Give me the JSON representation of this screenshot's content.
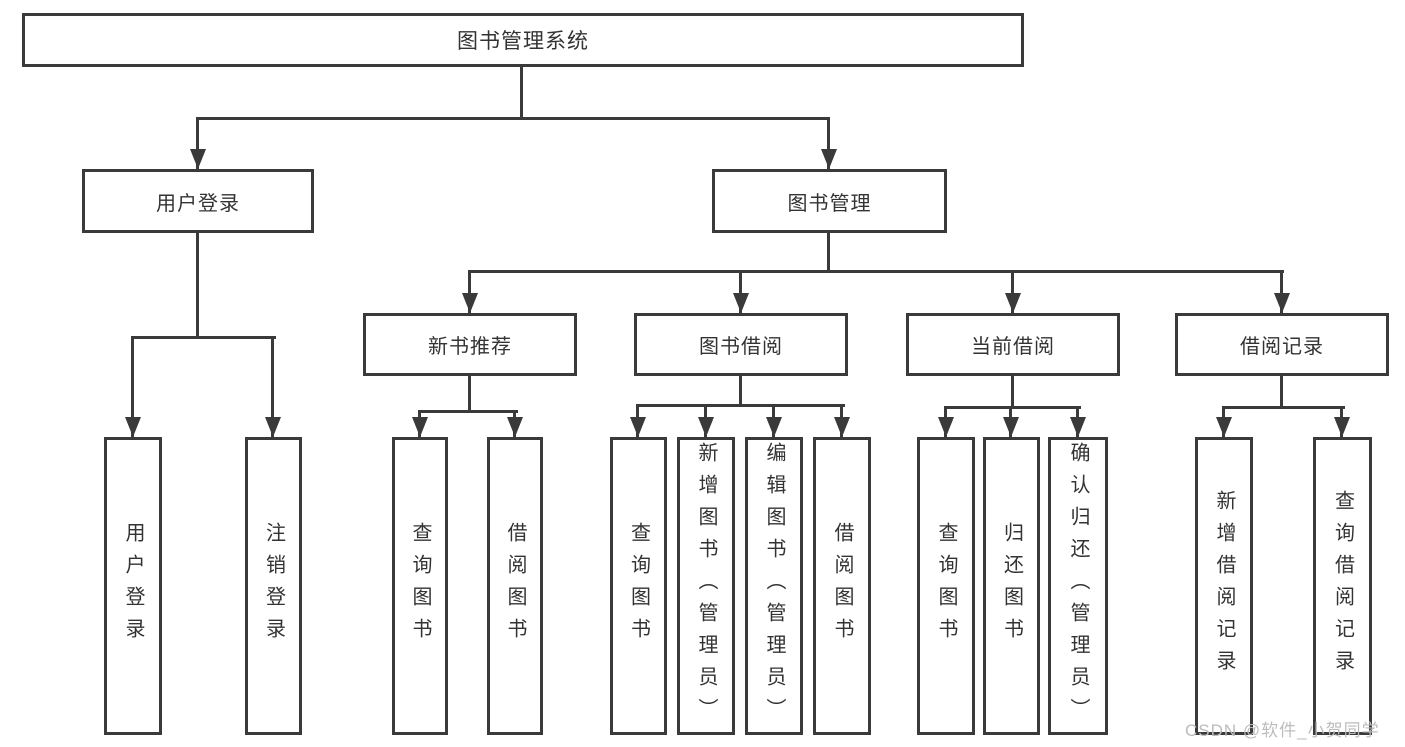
{
  "diagram": {
    "root": "图书管理系统",
    "level2": [
      "用户登录",
      "图书管理"
    ],
    "level3": [
      "新书推荐",
      "图书借阅",
      "当前借阅",
      "借阅记录"
    ],
    "level4": {
      "login": [
        "用户登录",
        "注销登录"
      ],
      "recommend": [
        "查询图书",
        "借阅图书"
      ],
      "borrow": [
        "查询图书",
        "新增图书（管理员）",
        "编辑图书（管理员）",
        "借阅图书"
      ],
      "current": [
        "查询图书",
        "归还图书",
        "确认归还（管理员）"
      ],
      "records": [
        "新增借阅记录",
        "查询借阅记录"
      ]
    },
    "colors": {
      "line": "#3a3a3a",
      "text": "#333333",
      "background": "#ffffff",
      "watermark": "#bcbcbc"
    },
    "watermark": "CSDN @软件_小贺同学"
  }
}
